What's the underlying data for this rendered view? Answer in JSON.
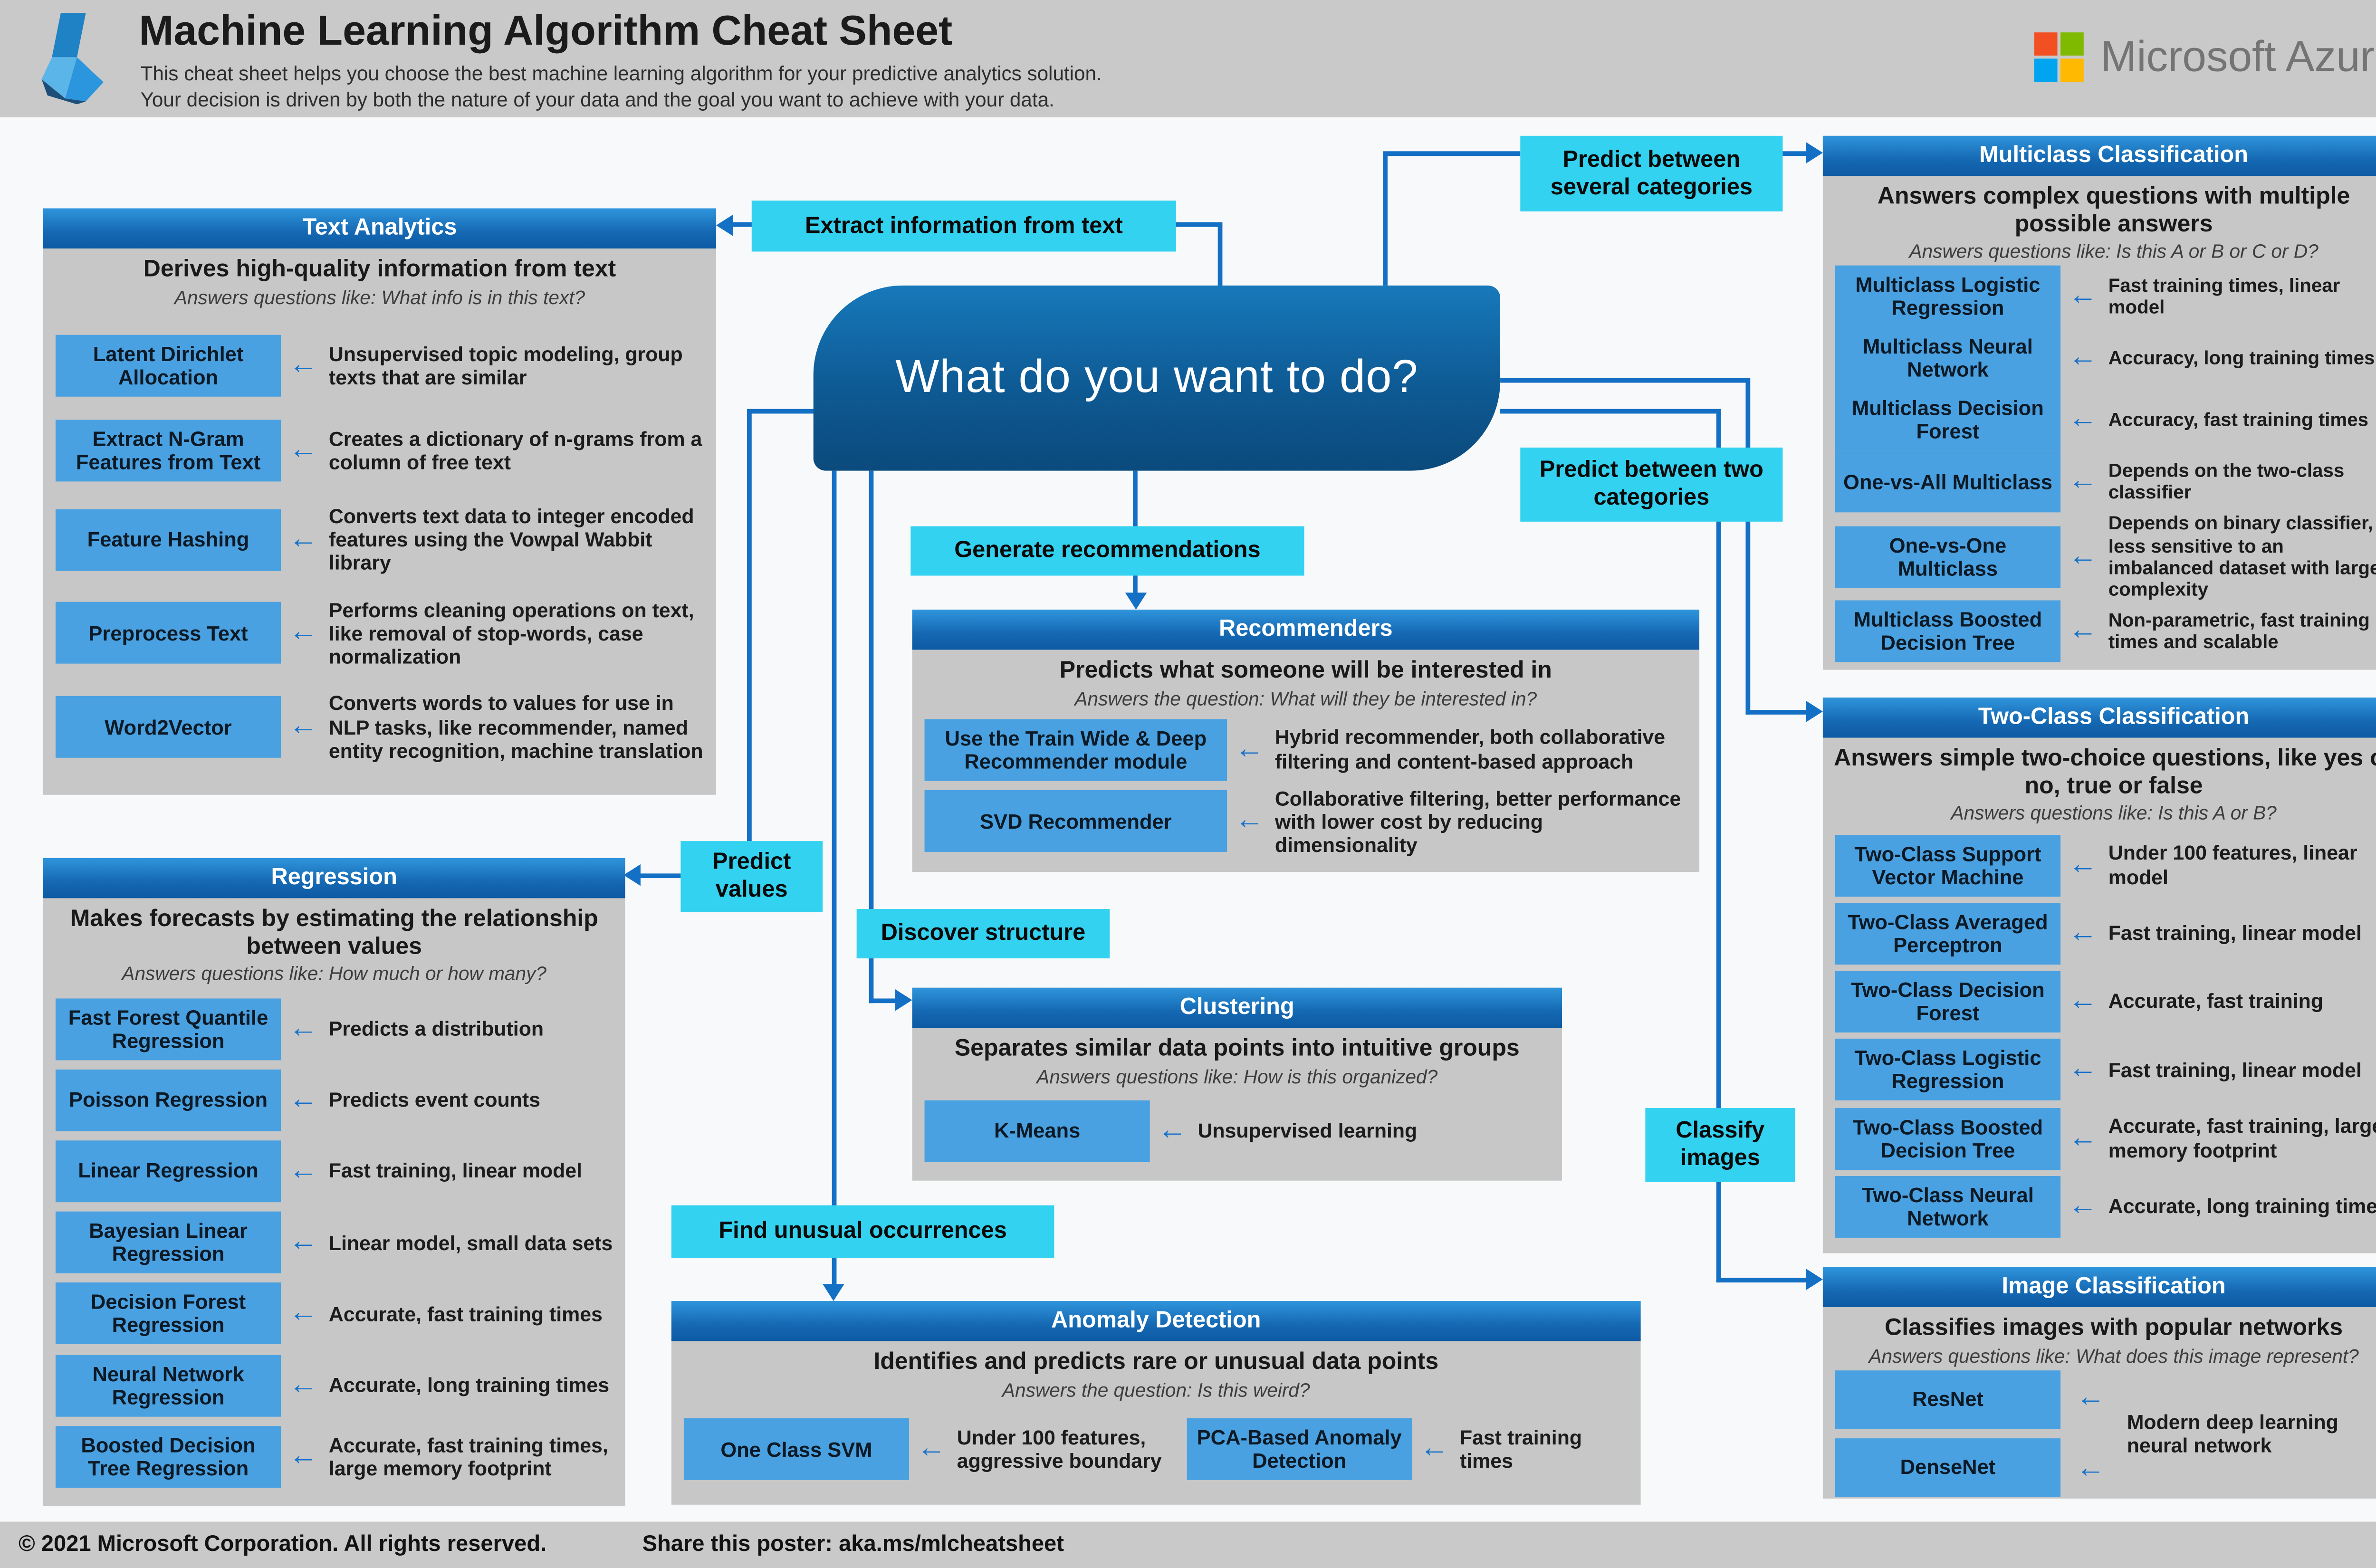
{
  "header": {
    "title": "Machine Learning Algorithm Cheat Sheet",
    "subtitle_line1": "This cheat sheet helps you choose the best machine learning algorithm for your predictive analytics solution.",
    "subtitle_line2": "Your decision is driven by both the nature of your data and the goal you want to achieve with your data.",
    "brand": "Microsoft Azure"
  },
  "central_node": {
    "label": "What do you want to do?"
  },
  "decision_labels": {
    "extract_text": "Extract information from text",
    "several_categories": "Predict between several categories",
    "two_categories": "Predict between two categories",
    "generate_recommendations": "Generate recommendations",
    "discover_structure": "Discover structure",
    "predict_values": "Predict values",
    "find_unusual": "Find unusual occurrences",
    "classify_images": "Classify images"
  },
  "panels": {
    "text_analytics": {
      "title": "Text Analytics",
      "heading": "Derives high-quality information from text",
      "question": "Answers questions like: What info is in this text?",
      "items": [
        {
          "name": "Latent Dirichlet Allocation",
          "desc": "Unsupervised topic modeling, group texts that are similar"
        },
        {
          "name": "Extract N-Gram Features from Text",
          "desc": "Creates a dictionary of n-grams from a column of free text"
        },
        {
          "name": "Feature Hashing",
          "desc": "Converts text data to integer encoded features using the Vowpal Wabbit library"
        },
        {
          "name": "Preprocess Text",
          "desc": "Performs cleaning operations on text, like removal of stop-words, case normalization"
        },
        {
          "name": "Word2Vector",
          "desc": "Converts words to values for use in NLP tasks, like recommender, named entity recognition, machine translation"
        }
      ]
    },
    "regression": {
      "title": "Regression",
      "heading": "Makes forecasts by estimating the relationship between values",
      "question": "Answers questions like: How much or how many?",
      "items": [
        {
          "name": "Fast Forest Quantile Regression",
          "desc": "Predicts a distribution"
        },
        {
          "name": "Poisson Regression",
          "desc": "Predicts event counts"
        },
        {
          "name": "Linear Regression",
          "desc": "Fast training, linear model"
        },
        {
          "name": "Bayesian Linear Regression",
          "desc": "Linear model, small data sets"
        },
        {
          "name": "Decision Forest Regression",
          "desc": "Accurate, fast training times"
        },
        {
          "name": "Neural Network Regression",
          "desc": "Accurate, long training times"
        },
        {
          "name": "Boosted Decision Tree Regression",
          "desc": "Accurate, fast training times, large memory footprint"
        }
      ]
    },
    "multiclass_classification": {
      "title": "Multiclass Classification",
      "heading": "Answers complex questions with multiple possible answers",
      "question": "Answers questions like: Is this A or B or C or D?",
      "items": [
        {
          "name": "Multiclass Logistic Regression",
          "desc": "Fast training times, linear model"
        },
        {
          "name": "Multiclass Neural Network",
          "desc": "Accuracy, long training times"
        },
        {
          "name": "Multiclass Decision Forest",
          "desc": "Accuracy, fast training times"
        },
        {
          "name": "One-vs-All Multiclass",
          "desc": "Depends on the two-class classifier"
        },
        {
          "name": "One-vs-One Multiclass",
          "desc": "Depends on binary classifier, less sensitive to an imbalanced dataset with larger complexity"
        },
        {
          "name": "Multiclass Boosted Decision Tree",
          "desc": "Non-parametric, fast training times and scalable"
        }
      ]
    },
    "two_class_classification": {
      "title": "Two-Class Classification",
      "heading": "Answers simple two-choice questions, like yes or no, true or false",
      "question": "Answers questions like: Is this A or B?",
      "items": [
        {
          "name": "Two-Class Support Vector Machine",
          "desc": "Under 100 features, linear model"
        },
        {
          "name": "Two-Class Averaged Perceptron",
          "desc": "Fast training, linear model"
        },
        {
          "name": "Two-Class Decision Forest",
          "desc": "Accurate, fast training"
        },
        {
          "name": "Two-Class Logistic Regression",
          "desc": "Fast training, linear model"
        },
        {
          "name": "Two-Class Boosted Decision Tree",
          "desc": "Accurate, fast training, large memory footprint"
        },
        {
          "name": "Two-Class Neural Network",
          "desc": "Accurate, long training times"
        }
      ]
    },
    "image_classification": {
      "title": "Image Classification",
      "heading": "Classifies images with popular networks",
      "question": "Answers questions like: What does this image represent?",
      "items": [
        {
          "name": "ResNet"
        },
        {
          "name": "DenseNet"
        }
      ],
      "shared_desc": "Modern deep learning neural network"
    },
    "recommenders": {
      "title": "Recommenders",
      "heading": "Predicts what someone will be interested in",
      "question": "Answers the question: What will they be interested in?",
      "items": [
        {
          "name": "Use the Train Wide & Deep Recommender module",
          "desc": "Hybrid recommender, both collaborative filtering and content-based approach"
        },
        {
          "name": "SVD Recommender",
          "desc": "Collaborative filtering, better performance with lower cost by reducing dimensionality"
        }
      ]
    },
    "clustering": {
      "title": "Clustering",
      "heading": "Separates similar data points into intuitive groups",
      "question": "Answers questions like: How is this organized?",
      "items": [
        {
          "name": "K-Means",
          "desc": "Unsupervised learning"
        }
      ]
    },
    "anomaly_detection": {
      "title": "Anomaly Detection",
      "heading": "Identifies and predicts rare or unusual data points",
      "question": "Answers the question: Is this weird?",
      "items": [
        {
          "name": "One Class SVM",
          "desc": "Under 100 features, aggressive boundary"
        },
        {
          "name": "PCA-Based Anomaly Detection",
          "desc": "Fast training times"
        }
      ]
    }
  },
  "footer": {
    "copyright": "© 2021 Microsoft Corporation. All rights reserved.",
    "share": "Share this poster: aka.ms/mlcheatsheet"
  },
  "colors": {
    "connector_blue": "#1470c4",
    "cyan_label": "#33d2f0",
    "algo_box_blue": "#4aa1e1",
    "panel_gray": "#c7c7c7",
    "bar_gray": "#c9c9c9",
    "panel_header_top": "#2f95dc",
    "panel_header_bottom": "#0d5aa4",
    "node_top": "#1779bb",
    "node_bottom": "#0b4a7c",
    "ms_red": "#f25022",
    "ms_green": "#7fba00",
    "ms_blue": "#00a4ef",
    "ms_yellow": "#ffb900"
  }
}
